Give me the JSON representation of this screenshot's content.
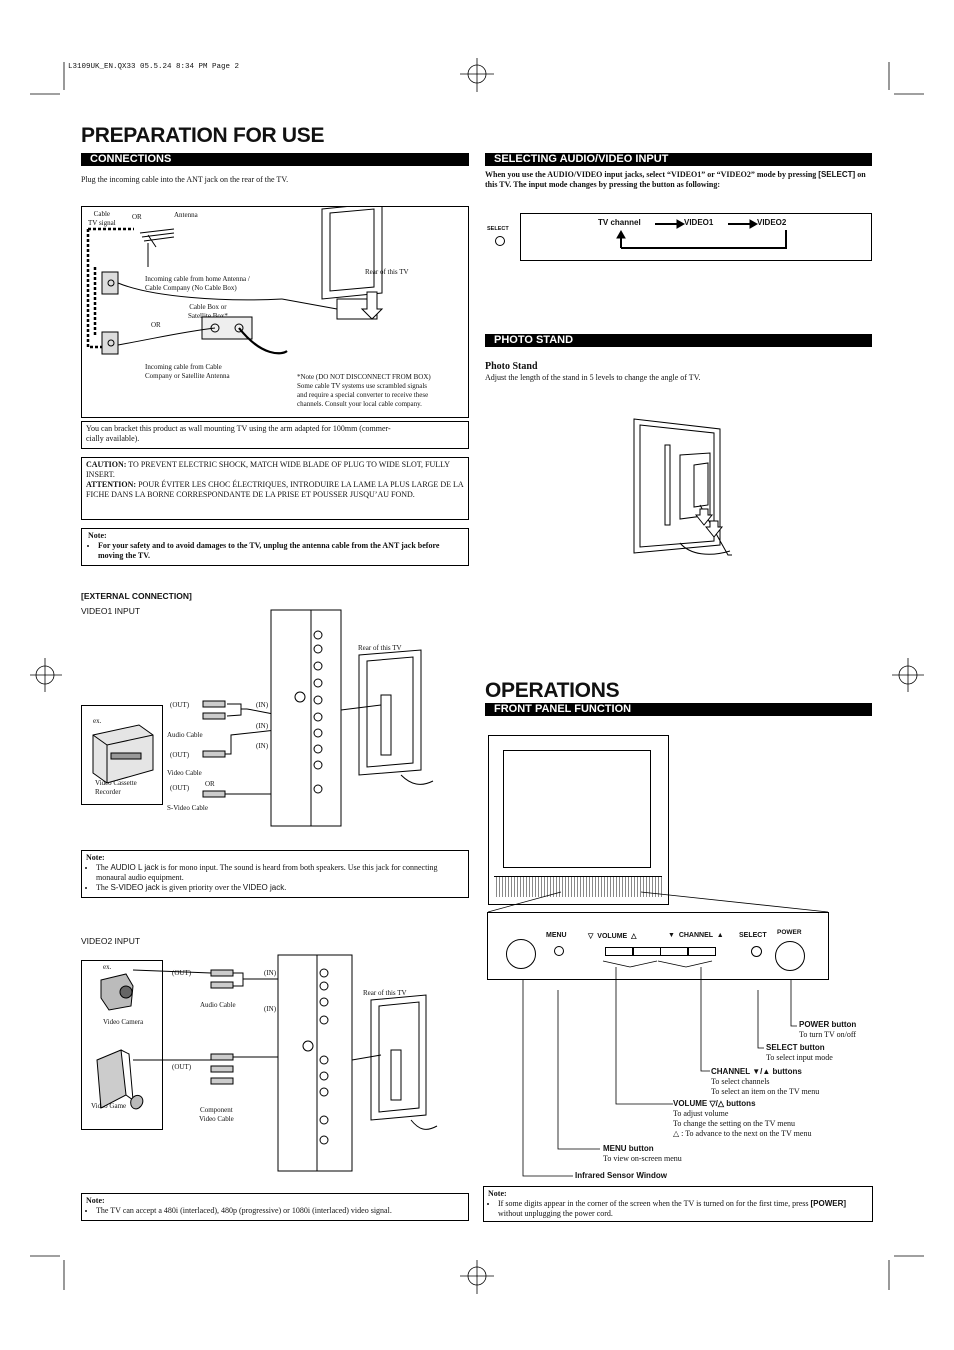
{
  "header_slug": "L3109UK_EN.QX33  05.5.24  8:34 PM  Page 2",
  "titles": {
    "prep": "PREPARATION FOR USE",
    "ops": "OPERATIONS"
  },
  "sections": {
    "connections": "CONNECTIONS",
    "selecting": "SELECTING AUDIO/VIDEO INPUT",
    "photo_stand": "PHOTO STAND",
    "front_panel": "FRONT PANEL FUNCTION"
  },
  "connections": {
    "intro": "Plug the incoming cable into the ANT jack on the rear of the TV.",
    "cable_tv_signal": "Cable\nTV signal",
    "or1": "OR",
    "antenna": "Antenna",
    "incoming_home": "Incoming cable from home Antenna /\nCable Company (No Cable Box)",
    "cable_box": "Cable Box or\nSatellite Box*",
    "or2": "OR",
    "incoming_cable": "Incoming cable from Cable\nCompany or Satellite Antenna",
    "rear_tv": "Rear of this TV",
    "note_box": "*Note (DO NOT DISCONNECT FROM BOX)\nSome cable TV systems use scrambled signals\nand require a special converter to receive these\nchannels. Consult your local cable company."
  },
  "wall_mount": "You can bracket this product as wall mounting TV using the arm adapted for 100mm (commer-\ncially available).",
  "caution": {
    "caution_label": "CAUTION:",
    "caution_text": " TO PREVENT ELECTRIC SHOCK, MATCH WIDE BLADE OF PLUG TO WIDE SLOT, FULLY INSERT.",
    "attention_label": "ATTENTION:",
    "attention_text": " POUR ÉVITER LES CHOC ÉLECTRIQUES, INTRODUIRE LA LAME LA PLUS LARGE DE LA FICHE DANS LA BORNE CORRESPONDANTE DE LA PRISE ET POUSSER JUSQU’AU FOND."
  },
  "safety_note": {
    "label": "Note:",
    "text": "For your safety and to avoid damages to the TV, unplug the antenna cable from the ANT jack before moving the TV."
  },
  "external": {
    "heading": "[EXTERNAL CONNECTION]",
    "video1_input": "VIDEO1 INPUT",
    "video2_input": "VIDEO2 INPUT",
    "ex": "ex.",
    "vcr": "Video Cassette\nRecorder",
    "out": "(OUT)",
    "in": "(IN)",
    "audio_cable": "Audio Cable",
    "video_cable": "Video Cable",
    "or": "OR",
    "svideo_cable": "S-Video Cable",
    "rear_tv": "Rear of this TV",
    "video_camera": "Video Camera",
    "video_game": "Video Game",
    "component_cable": "Component\nVideo Cable"
  },
  "note_v1": {
    "label": "Note:",
    "item1_pre": "The ",
    "item1_key": "AUDIO L jack",
    "item1_post": " is for mono input. The sound is heard from both speakers. Use this jack for connecting monaural audio equipment.",
    "item2_pre": "The ",
    "item2_key": "S-VIDEO jack",
    "item2_mid": " is given priority over the ",
    "item2_key2": "VIDEO jack",
    "item2_post": "."
  },
  "note_v2": {
    "label": "Note:",
    "text": "The TV can accept a 480i (interlaced), 480p (progressive) or 1080i (interlaced) video signal."
  },
  "selecting": {
    "intro_a": "When you use the AUDIO/VIDEO input jacks, select “VIDEO1” or “VIDEO2” mode by pressing ",
    "intro_key": "[SELECT]",
    "intro_b": " on this TV. The input mode changes by pressing the button as following:",
    "select_label": "SELECT",
    "flow": [
      "TV channel",
      "VIDEO1",
      "VIDEO2"
    ]
  },
  "photo_stand": {
    "subtitle": "Photo Stand",
    "text": "Adjust the length of the stand in 5 levels to change the angle of TV."
  },
  "front_panel": {
    "buttons": [
      "MENU",
      "▽  VOLUME  △",
      "▼  CHANNEL  ▲",
      "SELECT",
      "POWER"
    ],
    "callouts": [
      {
        "title": "POWER button",
        "lines": [
          "To turn TV on/off"
        ]
      },
      {
        "title": "SELECT button",
        "lines": [
          "To select input mode"
        ]
      },
      {
        "title": "CHANNEL ▼/▲ buttons",
        "lines": [
          "To select channels",
          "To select an item on the TV menu"
        ]
      },
      {
        "title": "VOLUME ▽/△ buttons",
        "lines": [
          "To adjust volume",
          "To change the setting on the TV menu",
          "△ : To advance to the next on the TV menu"
        ]
      },
      {
        "title": "MENU button",
        "lines": [
          "To view on-screen menu"
        ]
      },
      {
        "title": "Infrared Sensor Window",
        "lines": []
      }
    ]
  },
  "ops_note": {
    "label": "Note:",
    "text_a": "If some digits appear in the corner of the screen when the TV is turned on for the first time, press ",
    "key": "[POWER]",
    "text_b": " without unplugging the power cord."
  }
}
